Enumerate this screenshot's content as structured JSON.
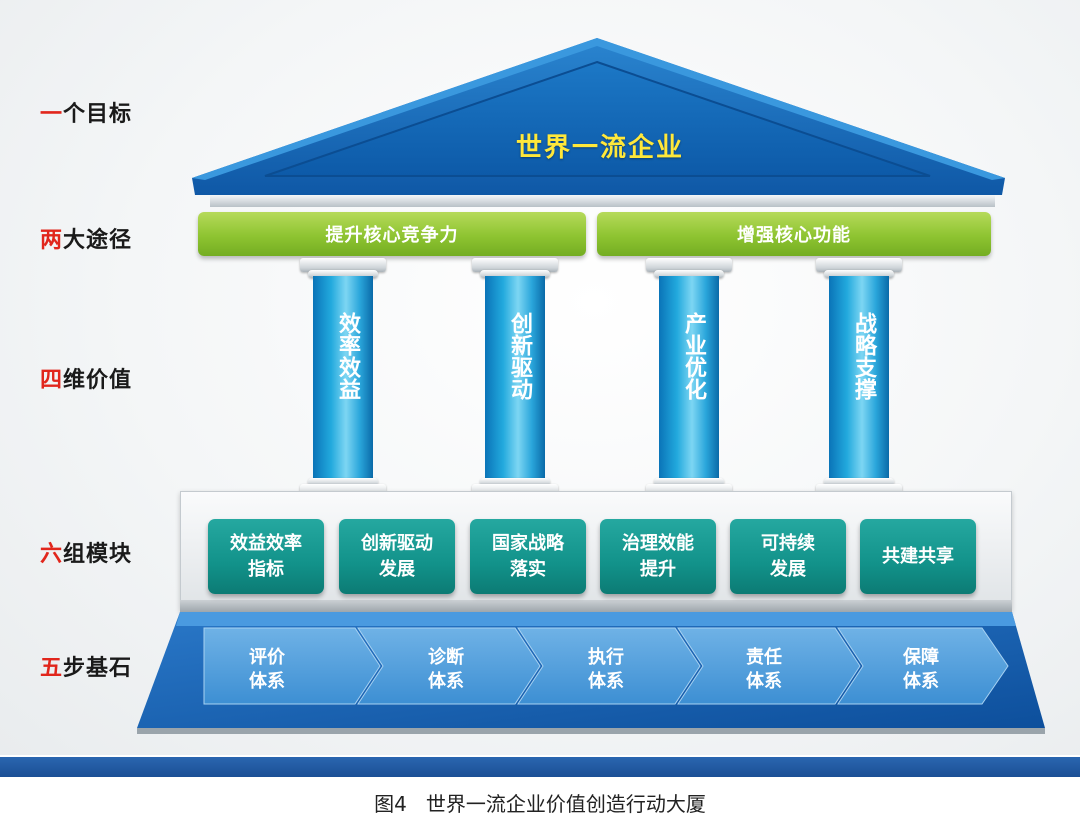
{
  "row_labels": [
    {
      "accent": "一",
      "rest": "个目标"
    },
    {
      "accent": "两",
      "rest": "大途径"
    },
    {
      "accent": "四",
      "rest": "维价值"
    },
    {
      "accent": "六",
      "rest": "组模块"
    },
    {
      "accent": "五",
      "rest": "步基石"
    }
  ],
  "roof_title": "世界一流企业",
  "beams": [
    "提升核心竞争力",
    "增强核心功能"
  ],
  "columns": [
    "效率效益",
    "创新驱动",
    "产业优化",
    "战略支撑"
  ],
  "modules": [
    {
      "line1": "效益效率",
      "line2": "指标"
    },
    {
      "line1": "创新驱动",
      "line2": "发展"
    },
    {
      "line1": "国家战略",
      "line2": "落实"
    },
    {
      "line1": "治理效能",
      "line2": "提升"
    },
    {
      "line1": "可持续",
      "line2": "发展"
    },
    {
      "line1": "共建共享",
      "line2": ""
    }
  ],
  "steps": [
    {
      "line1": "评价",
      "line2": "体系"
    },
    {
      "line1": "诊断",
      "line2": "体系"
    },
    {
      "line1": "执行",
      "line2": "体系"
    },
    {
      "line1": "责任",
      "line2": "体系"
    },
    {
      "line1": "保障",
      "line2": "体系"
    }
  ],
  "caption": "图4   世界一流企业价值创造行动大厦",
  "colors": {
    "accent_red": "#e1261c",
    "roof_blue": "#1468b8",
    "title_yellow": "#ffe83a",
    "beam_green": "#8ec431",
    "module_teal": "#12928a",
    "column_blue": "#22a9dd"
  }
}
